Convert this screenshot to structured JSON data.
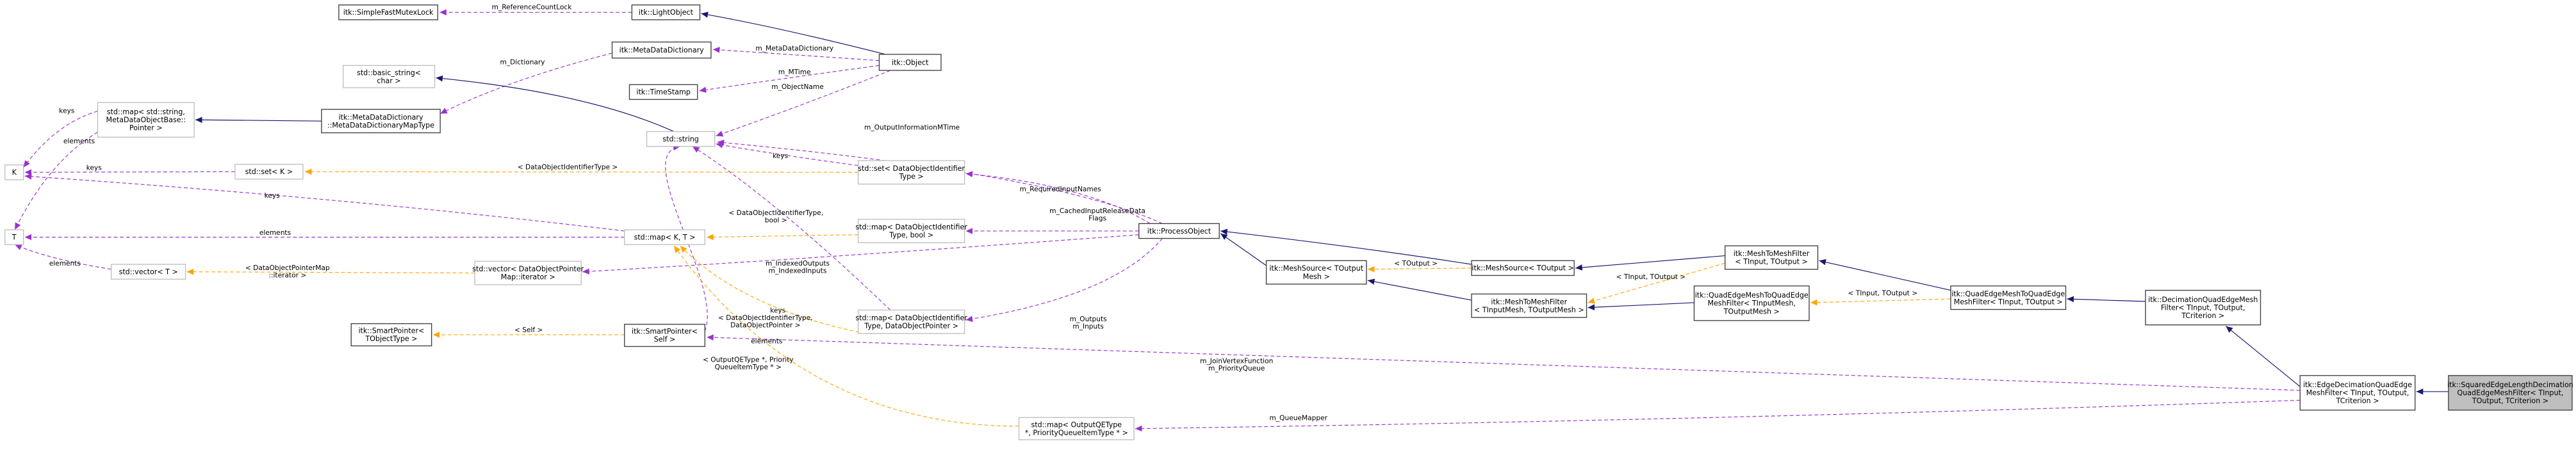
{
  "colors": {
    "inherit": "#191970",
    "member": "#9a32cd",
    "template": "#ffa500",
    "box_dark": "#404040",
    "box_light": "#bfbfbf",
    "focus_fill": "#bfbfbf"
  },
  "nodes": {
    "simple_fast_mutex_lock": {
      "lines": [
        "itk::SimpleFastMutexLock"
      ]
    },
    "light_object": {
      "lines": [
        "itk::LightObject"
      ]
    },
    "meta_data_dictionary": {
      "lines": [
        "itk::MetaDataDictionary"
      ]
    },
    "object": {
      "lines": [
        "itk::Object"
      ]
    },
    "basic_string": {
      "lines": [
        "std::basic_string<",
        "char >"
      ]
    },
    "time_stamp": {
      "lines": [
        "itk::TimeStamp"
      ]
    },
    "map_string_meta": {
      "lines": [
        "std::map< std::string,",
        "MetaDataObjectBase::",
        "Pointer >"
      ]
    },
    "meta_dict_map_type": {
      "lines": [
        "itk::MetaDataDictionary",
        "::MetaDataDictionaryMapType"
      ]
    },
    "k": {
      "lines": [
        "K"
      ]
    },
    "std_string": {
      "lines": [
        "std::string"
      ]
    },
    "set_k": {
      "lines": [
        "std::set< K >"
      ]
    },
    "set_dataobj_id": {
      "lines": [
        "std::set< DataObjectIdentifier",
        "Type >"
      ]
    },
    "t": {
      "lines": [
        "T"
      ]
    },
    "map_k_t": {
      "lines": [
        "std::map< K, T >"
      ]
    },
    "map_id_bool": {
      "lines": [
        "std::map< DataObjectIdentifier",
        "Type, bool >"
      ]
    },
    "process_object": {
      "lines": [
        "itk::ProcessObject"
      ]
    },
    "vector_t": {
      "lines": [
        "std::vector< T >"
      ]
    },
    "vector_dop": {
      "lines": [
        "std::vector< DataObjectPointer",
        "Map::iterator >"
      ]
    },
    "mesh_source_toutput": {
      "lines": [
        "itk::MeshSource< TOutput",
        "Mesh >"
      ]
    },
    "mesh_source": {
      "lines": [
        "itk::MeshSource< TOutput >"
      ]
    },
    "mesh_to_mesh_filter": {
      "lines": [
        "itk::MeshToMeshFilter",
        "< TInput, TOutput >"
      ]
    },
    "mesh_to_mesh_filter_tm": {
      "lines": [
        "itk::MeshToMeshFilter",
        "< TInputMesh, TOutputMesh >"
      ]
    },
    "qe_mesh_to_qe_tm": {
      "lines": [
        "itk::QuadEdgeMeshToQuadEdge",
        "MeshFilter< TInputMesh,",
        "TOutputMesh >"
      ]
    },
    "qe_mesh_to_qe": {
      "lines": [
        "itk::QuadEdgeMeshToQuadEdge",
        "MeshFilter< TInput, TOutput >"
      ]
    },
    "decimation": {
      "lines": [
        "itk::DecimationQuadEdgeMesh",
        "Filter< TInput, TOutput,",
        "TCriterion >"
      ]
    },
    "map_id_dop": {
      "lines": [
        "std::map< DataObjectIdentifier",
        "Type, DataObjectPointer >"
      ]
    },
    "smart_pointer_tobj": {
      "lines": [
        "itk::SmartPointer<",
        "TObjectType >"
      ]
    },
    "smart_pointer_self": {
      "lines": [
        "itk::SmartPointer<",
        "Self >"
      ]
    },
    "edge_decimation": {
      "lines": [
        "itk::EdgeDecimationQuadEdge",
        "MeshFilter< TInput, TOutput,",
        "TCriterion >"
      ]
    },
    "squared_edge": {
      "lines": [
        "itk::SquaredEdgeLengthDecimation",
        "QuadEdgeMeshFilter< TInput,",
        "TOutput, TCriterion >"
      ]
    },
    "map_output_qe": {
      "lines": [
        "std::map< OutputQEType",
        "*, PriorityQueueItemType * >"
      ]
    }
  },
  "edge_labels": {
    "reference_count_lock": [
      "m_ReferenceCountLock"
    ],
    "meta_data_dictionary": [
      "m_MetaDataDictionary"
    ],
    "dictionary": [
      "m_Dictionary"
    ],
    "mtime": [
      "m_MTime"
    ],
    "object_name": [
      "m_ObjectName"
    ],
    "keys_map_string": [
      "keys"
    ],
    "elements_map_string": [
      "elements"
    ],
    "keys_set": [
      "keys"
    ],
    "data_object_identifier_type": [
      "< DataObjectIdentifierType >"
    ],
    "keys_set_std_string": [
      "keys"
    ],
    "keys_map_k_t": [
      "keys"
    ],
    "output_information_mtime": [
      "m_OutputInformationMTime"
    ],
    "required_input_names": [
      "m_RequiredInputNames"
    ],
    "elements_map_k_t": [
      "elements"
    ],
    "dataobj_id_bool": [
      "< DataObjectIdentifierType,",
      "bool >"
    ],
    "cached_input": [
      "m_CachedInputReleaseData",
      "Flags"
    ],
    "indexed_outputs": [
      "m_IndexedOutputs",
      "m_IndexedInputs"
    ],
    "elements_vector": [
      "elements"
    ],
    "dataobj_ptr_map": [
      "< DataObjectPointerMap",
      "::iterator >"
    ],
    "keys_map_id_dop": [
      "keys"
    ],
    "outputs_inputs": [
      "m_Outputs",
      "m_Inputs"
    ],
    "toutput": [
      "< TOutput >"
    ],
    "tinput_toutput": [
      "< TInput, TOutput >"
    ],
    "tinput_toutput_2": [
      "< TInput, TOutput >"
    ],
    "dataobj_id_dop": [
      "< DataObjectIdentifierType,",
      "DataObjectPointer >"
    ],
    "elements_smart_pointer": [
      "elements"
    ],
    "self": [
      "< Self >"
    ],
    "join_vertex": [
      "m_JoinVertexFunction",
      "m_PriorityQueue"
    ],
    "output_qe_type": [
      "< OutputQEType *, Priority",
      "QueueItemType * >"
    ],
    "queue_mapper": [
      "m_QueueMapper"
    ]
  }
}
